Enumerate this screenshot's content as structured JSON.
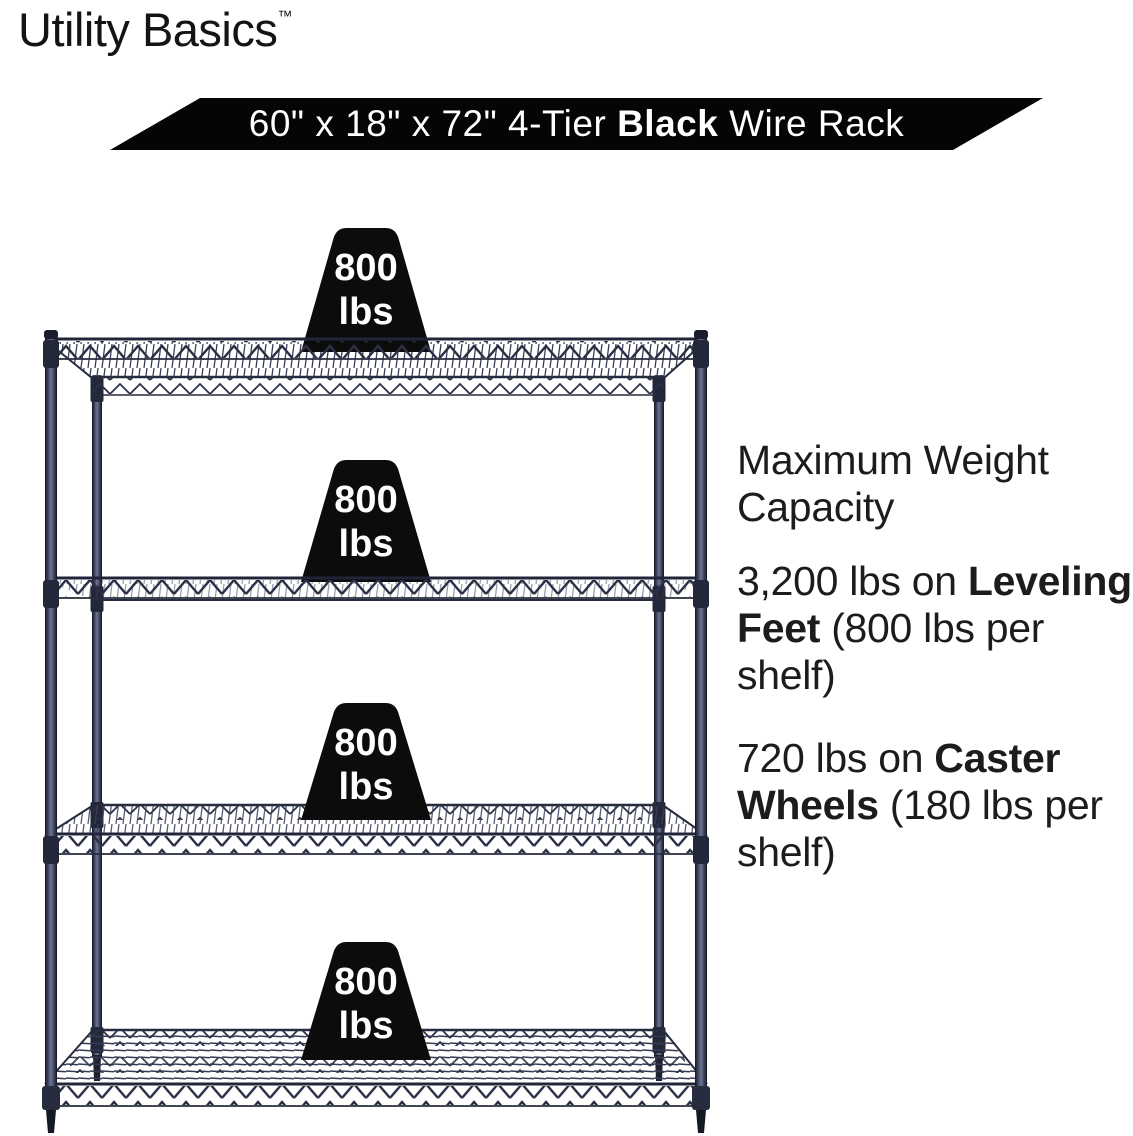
{
  "brand": {
    "name": "Utility Basics",
    "trademark": "™"
  },
  "banner": {
    "lines": [
      [
        {
          "t": "60\" x 18\" x 72\" 4-Tier "
        },
        {
          "t": "Black",
          "b": true
        },
        {
          "t": " Wire Rack"
        }
      ]
    ]
  },
  "rack": {
    "tiers": 4,
    "description": "4-tier black wire shelving rack with leveling feet",
    "shelf_capacities": [
      {
        "value": "800",
        "unit": "lbs"
      },
      {
        "value": "800",
        "unit": "lbs"
      },
      {
        "value": "800",
        "unit": "lbs"
      },
      {
        "value": "800",
        "unit": "lbs"
      }
    ]
  },
  "specs": {
    "heading_lines": [
      [
        {
          "t": "Maximum Weight"
        }
      ],
      [
        {
          "t": "Capacity"
        }
      ]
    ],
    "leveling_lines": [
      [
        {
          "t": "3,200 lbs on "
        },
        {
          "t": "Leveling",
          "b": true
        }
      ],
      [
        {
          "t": "Feet",
          "b": true
        },
        {
          "t": " (800 lbs per"
        }
      ],
      [
        {
          "t": "shelf)"
        }
      ]
    ],
    "caster_lines": [
      [
        {
          "t": "720 lbs on "
        },
        {
          "t": "Caster",
          "b": true
        }
      ],
      [
        {
          "t": "Wheels",
          "b": true
        },
        {
          "t": " (180 lbs per"
        }
      ],
      [
        {
          "t": "shelf)"
        }
      ]
    ]
  },
  "colors": {
    "banner_bg": "#050505",
    "banner_text": "#ffffff",
    "rack_wire": "#2b3046",
    "badge_bg": "#0c0c0c",
    "badge_text": "#ffffff",
    "text": "#1c1c1c"
  }
}
